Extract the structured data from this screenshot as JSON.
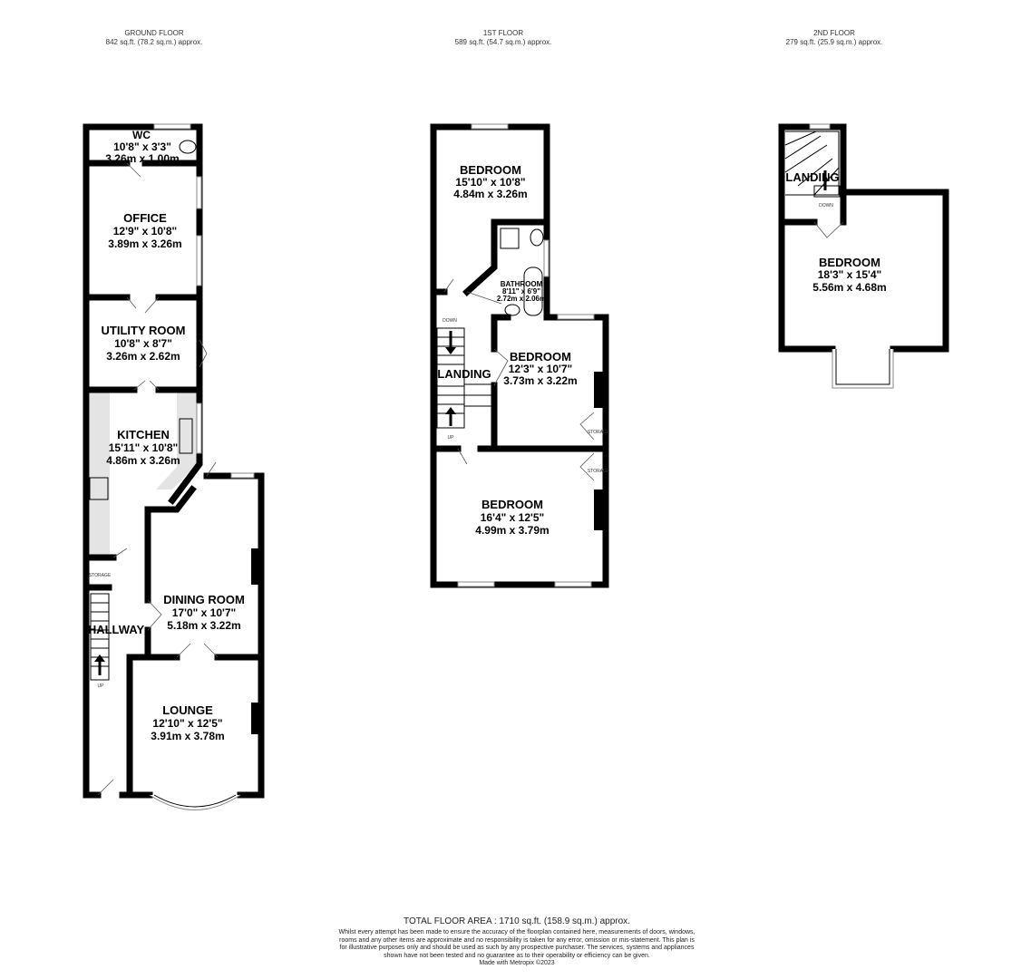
{
  "floors": [
    {
      "name": "GROUND FLOOR",
      "area": "842 sq.ft. (78.2 sq.m.) approx."
    },
    {
      "name": "1ST FLOOR",
      "area": "589 sq.ft. (54.7 sq.m.) approx."
    },
    {
      "name": "2ND FLOOR",
      "area": "279 sq.ft. (25.9 sq.m.) approx."
    }
  ],
  "ground": {
    "wc": {
      "name": "WC",
      "imp": "10'8\"  x 3'3\"",
      "met": "3.26m  x 1.00m"
    },
    "office": {
      "name": "OFFICE",
      "imp": "12'9\"  x 10'8\"",
      "met": "3.89m  x 3.26m"
    },
    "utility": {
      "name": "UTILITY ROOM",
      "imp": "10'8\"  x 8'7\"",
      "met": "3.26m  x 2.62m"
    },
    "kitchen": {
      "name": "KITCHEN",
      "imp": "15'11\"  x 10'8\"",
      "met": "4.86m  x 3.26m"
    },
    "storage": "STORAGE",
    "hallway": "HALLWAY",
    "up": "UP",
    "dining": {
      "name": "DINING ROOM",
      "imp": "17'0\"  x 10'7\"",
      "met": "5.18m  x 3.22m"
    },
    "lounge": {
      "name": "LOUNGE",
      "imp": "12'10\"  x 12'5\"",
      "met": "3.91m  x 3.78m"
    }
  },
  "first": {
    "bed1": {
      "name": "BEDROOM",
      "imp": "15'10\"  x 10'8\"",
      "met": "4.84m  x 3.26m"
    },
    "bath": {
      "name": "BATHROOM",
      "imp": "8'11\"  x 6'9\"",
      "met": "2.72m  x 2.06m"
    },
    "bed2": {
      "name": "BEDROOM",
      "imp": "12'3\"  x 10'7\"",
      "met": "3.73m  x 3.22m"
    },
    "bed3": {
      "name": "BEDROOM",
      "imp": "16'4\"  x 12'5\"",
      "met": "4.99m  x 3.79m"
    },
    "landing": "LANDING",
    "down": "DOWN",
    "up": "UP",
    "storage": "STORAGE"
  },
  "second": {
    "landing": "LANDING",
    "down": "DOWN",
    "bed": {
      "name": "BEDROOM",
      "imp": "18'3\"  x 15'4\"",
      "met": "5.56m  x 4.68m"
    }
  },
  "footer": {
    "total": "TOTAL FLOOR AREA : 1710 sq.ft. (158.9 sq.m.) approx.",
    "disclaimer": "Whilst every attempt has been made to ensure the accuracy of the floorplan contained here, measurements of doors, windows, rooms and any other items are approximate and no responsibility is taken for any error, omission or mis-statement. This plan is for illustrative purposes only and should be used as such by any prospective purchaser. The services, systems and appliances shown have not been tested and no guarantee as to their operability or efficiency can be given.",
    "credit": "Made with Metropix ©2023"
  }
}
